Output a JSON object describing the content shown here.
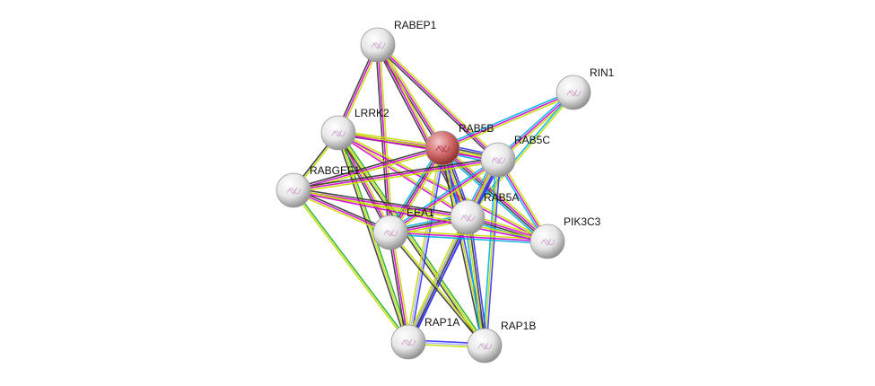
{
  "network": {
    "query_node": "RAB5B",
    "nodes": [
      "RABEP1",
      "RIN1",
      "LRRK2",
      "RAB5B",
      "RAB5C",
      "RABGEF1",
      "EEA1",
      "RAB5A",
      "PIK3C3",
      "RAP1A",
      "RAP1B"
    ],
    "evidence_colors": {
      "textmining": "#c4dc00",
      "coexpression": "#333333",
      "experiments": "#d000d0",
      "database": "#00b0e0",
      "homology": "#3333ff",
      "neighborhood": "#20b020",
      "cooccurrence": "#9a9aff"
    },
    "edges": [
      [
        "RABEP1",
        "RAB5B",
        [
          "textmining",
          "experiments",
          "coexpression"
        ]
      ],
      [
        "RABEP1",
        "LRRK2",
        [
          "textmining",
          "experiments",
          "coexpression"
        ]
      ],
      [
        "RABEP1",
        "RAB5C",
        [
          "textmining",
          "experiments",
          "coexpression"
        ]
      ],
      [
        "RABEP1",
        "RAB5A",
        [
          "textmining",
          "experiments",
          "coexpression"
        ]
      ],
      [
        "RABEP1",
        "EEA1",
        [
          "textmining",
          "experiments",
          "coexpression"
        ]
      ],
      [
        "RIN1",
        "RAB5B",
        [
          "textmining",
          "experiments",
          "database"
        ]
      ],
      [
        "RIN1",
        "RAB5C",
        [
          "textmining",
          "experiments",
          "database"
        ]
      ],
      [
        "RIN1",
        "RAB5A",
        [
          "textmining",
          "database"
        ]
      ],
      [
        "LRRK2",
        "RAB5B",
        [
          "textmining",
          "experiments",
          "coexpression"
        ]
      ],
      [
        "LRRK2",
        "RABGEF1",
        [
          "textmining",
          "coexpression"
        ]
      ],
      [
        "LRRK2",
        "EEA1",
        [
          "textmining",
          "experiments",
          "coexpression"
        ]
      ],
      [
        "LRRK2",
        "RAB5A",
        [
          "textmining",
          "experiments"
        ]
      ],
      [
        "LRRK2",
        "RAB5C",
        [
          "textmining",
          "experiments"
        ]
      ],
      [
        "LRRK2",
        "RAP1A",
        [
          "neighborhood",
          "textmining",
          "coexpression"
        ]
      ],
      [
        "LRRK2",
        "RAP1B",
        [
          "neighborhood",
          "textmining",
          "coexpression"
        ]
      ],
      [
        "LRRK2",
        "PIK3C3",
        [
          "textmining",
          "experiments"
        ]
      ],
      [
        "RAB5B",
        "RAB5C",
        [
          "homology",
          "coexpression",
          "textmining",
          "experiments",
          "database"
        ]
      ],
      [
        "RAB5B",
        "RAB5A",
        [
          "homology",
          "coexpression",
          "textmining",
          "experiments",
          "database"
        ]
      ],
      [
        "RAB5B",
        "EEA1",
        [
          "textmining",
          "experiments",
          "coexpression",
          "database"
        ]
      ],
      [
        "RAB5B",
        "RABGEF1",
        [
          "textmining",
          "experiments",
          "coexpression"
        ]
      ],
      [
        "RAB5B",
        "PIK3C3",
        [
          "textmining",
          "experiments",
          "coexpression",
          "database"
        ]
      ],
      [
        "RAB5B",
        "RAP1A",
        [
          "homology",
          "cooccurrence",
          "textmining"
        ]
      ],
      [
        "RAB5B",
        "RAP1B",
        [
          "homology",
          "textmining",
          "coexpression"
        ]
      ],
      [
        "RAB5C",
        "RAB5A",
        [
          "homology",
          "coexpression",
          "textmining",
          "experiments",
          "database"
        ]
      ],
      [
        "RAB5C",
        "EEA1",
        [
          "textmining",
          "experiments",
          "database"
        ]
      ],
      [
        "RAB5C",
        "RABGEF1",
        [
          "textmining",
          "experiments",
          "coexpression"
        ]
      ],
      [
        "RAB5C",
        "PIK3C3",
        [
          "textmining",
          "experiments",
          "database"
        ]
      ],
      [
        "RAB5C",
        "RAP1A",
        [
          "homology",
          "cooccurrence",
          "textmining"
        ]
      ],
      [
        "RAB5C",
        "RAP1B",
        [
          "homology",
          "textmining",
          "database"
        ]
      ],
      [
        "RAB5A",
        "EEA1",
        [
          "textmining",
          "experiments",
          "coexpression",
          "database"
        ]
      ],
      [
        "RAB5A",
        "RABGEF1",
        [
          "textmining",
          "experiments",
          "coexpression"
        ]
      ],
      [
        "RAB5A",
        "PIK3C3",
        [
          "textmining",
          "experiments",
          "coexpression",
          "database"
        ]
      ],
      [
        "RAB5A",
        "RAP1A",
        [
          "homology",
          "coexpression",
          "cooccurrence",
          "textmining"
        ]
      ],
      [
        "RAB5A",
        "RAP1B",
        [
          "homology",
          "coexpression",
          "textmining",
          "database"
        ]
      ],
      [
        "EEA1",
        "RABGEF1",
        [
          "textmining",
          "experiments",
          "coexpression"
        ]
      ],
      [
        "EEA1",
        "PIK3C3",
        [
          "textmining",
          "experiments",
          "database"
        ]
      ],
      [
        "EEA1",
        "RAP1A",
        [
          "textmining",
          "experiments",
          "coexpression"
        ]
      ],
      [
        "EEA1",
        "RAP1B",
        [
          "textmining",
          "coexpression"
        ]
      ],
      [
        "RABGEF1",
        "PIK3C3",
        [
          "textmining",
          "experiments"
        ]
      ],
      [
        "RABGEF1",
        "RAP1A",
        [
          "neighborhood",
          "textmining"
        ]
      ],
      [
        "RAP1A",
        "RAP1B",
        [
          "homology",
          "cooccurrence",
          "textmining"
        ]
      ]
    ]
  }
}
